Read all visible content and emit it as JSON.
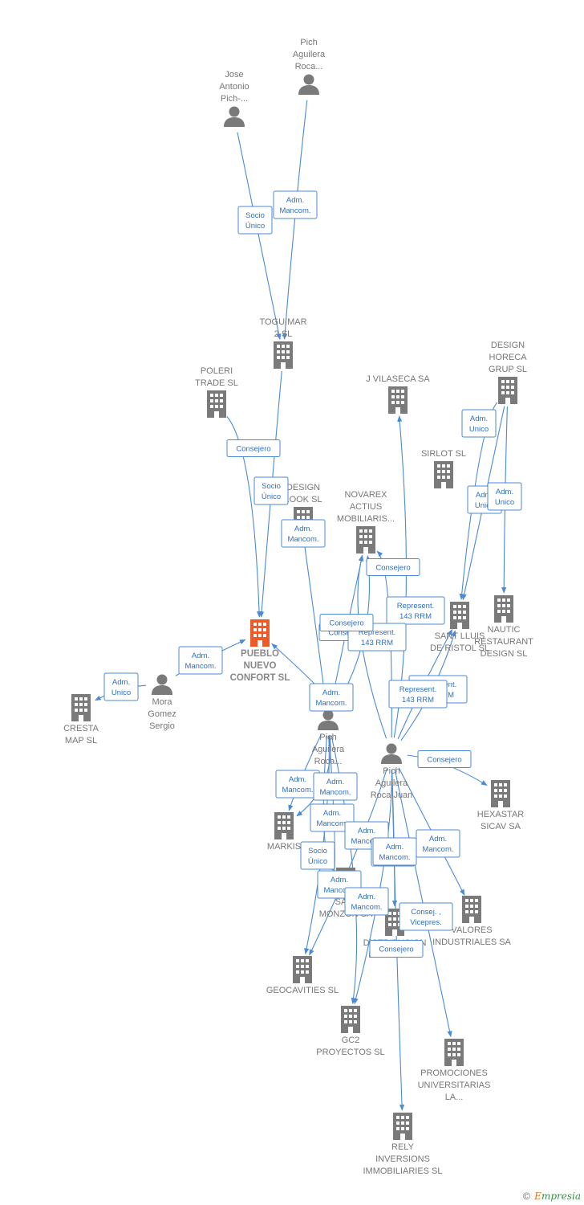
{
  "colors": {
    "edge": "#4a8ad6",
    "node": "#7a7a7a",
    "focus": "#f05a28",
    "label": "#777777"
  },
  "footer": {
    "copyright": "©",
    "brand_initial": "E",
    "brand_rest": "mpresia"
  },
  "nodes": [
    {
      "id": "pich_roca_top",
      "type": "person",
      "lines": [
        "Pich",
        "Aguilera",
        "Roca..."
      ]
    },
    {
      "id": "jose_antonio",
      "type": "person",
      "lines": [
        "Jose",
        "Antonio",
        "Pich-..."
      ]
    },
    {
      "id": "toguimar",
      "type": "company",
      "lines": [
        "TOGUIMAR",
        "2  SL"
      ]
    },
    {
      "id": "poleri",
      "type": "company",
      "lines": [
        "POLERI",
        "TRADE  SL"
      ]
    },
    {
      "id": "j_vilaseca",
      "type": "company",
      "lines": [
        "J VILASECA SA"
      ]
    },
    {
      "id": "design_horeca",
      "type": "company",
      "lines": [
        "DESIGN",
        "HORECA",
        "GRUP  SL"
      ]
    },
    {
      "id": "sirlot",
      "type": "company",
      "lines": [
        "SIRLOT  SL"
      ]
    },
    {
      "id": "design_look",
      "type": "company",
      "lines": [
        "DESIGN",
        "LOOK  SL"
      ]
    },
    {
      "id": "novarex",
      "type": "company",
      "lines": [
        "NOVAREX",
        "ACTIUS",
        "MOBILIARIS..."
      ]
    },
    {
      "id": "pueblo_nuevo",
      "type": "focus",
      "lines": [
        "PUEBLO",
        "NUEVO",
        "CONFORT  SL"
      ]
    },
    {
      "id": "sant_lluis",
      "type": "company",
      "lines": [
        "SANT LLUIS",
        "DE RISTOL  SL"
      ]
    },
    {
      "id": "nautic",
      "type": "company",
      "lines": [
        "NAUTIC",
        "RESTAURANT",
        "DESIGN  SL"
      ]
    },
    {
      "id": "mora_gomez",
      "type": "person",
      "lines": [
        "Mora",
        "Gomez",
        "Sergio"
      ]
    },
    {
      "id": "cresta_map",
      "type": "company",
      "lines": [
        "CRESTA",
        "MAP  SL"
      ]
    },
    {
      "id": "pich_roca_mid",
      "type": "person",
      "lines": [
        "Pich",
        "Aguilera",
        "Roca..."
      ]
    },
    {
      "id": "pich_roca_juan",
      "type": "person",
      "lines": [
        "Pich",
        "Aguilera",
        "Roca Juan"
      ]
    },
    {
      "id": "hexastar",
      "type": "company",
      "lines": [
        "HEXASTAR",
        "SICAV SA"
      ]
    },
    {
      "id": "markis",
      "type": "company",
      "lines": [
        "MARKIS"
      ]
    },
    {
      "id": "salt_monzon",
      "type": "company",
      "lines": [
        "SALT",
        "MONZON SA"
      ]
    },
    {
      "id": "valores",
      "type": "company",
      "lines": [
        "VALORES",
        "INDUSTRIALES SA"
      ]
    },
    {
      "id": "distribucion",
      "type": "company",
      "lines": [
        "DISTRIBUCION",
        "ENERGIA SL"
      ]
    },
    {
      "id": "geocavities",
      "type": "company",
      "lines": [
        "GEOCAVITIES SL"
      ]
    },
    {
      "id": "gc2",
      "type": "company",
      "lines": [
        "GC2",
        "PROYECTOS SL"
      ]
    },
    {
      "id": "promociones",
      "type": "company",
      "lines": [
        "PROMOCIONES",
        "UNIVERSITARIAS",
        "LA..."
      ]
    },
    {
      "id": "rely",
      "type": "company",
      "lines": [
        "RELY",
        "INVERSIONS",
        "IMMOBILIARIES SL"
      ]
    }
  ],
  "relations": [
    {
      "from": "jose_antonio",
      "to": "toguimar",
      "lines": [
        "Socio",
        "Único"
      ]
    },
    {
      "from": "pich_roca_top",
      "to": "toguimar",
      "lines": [
        "Adm.",
        "Mancom."
      ]
    },
    {
      "from": "poleri",
      "to": "pueblo_nuevo",
      "lines": [
        "Consejero"
      ]
    },
    {
      "from": "toguimar",
      "to": "pueblo_nuevo",
      "lines": [
        "Socio",
        "Único"
      ]
    },
    {
      "from": "design_horeca",
      "to": "sant_lluis",
      "lines": [
        "Adm.",
        "Unico"
      ]
    },
    {
      "from": "design_horeca",
      "to": "sant_lluis",
      "lines": [
        "Adm.",
        "Unico"
      ]
    },
    {
      "from": "design_horeca",
      "to": "nautic",
      "lines": [
        "Adm.",
        "Unico"
      ]
    },
    {
      "from": "pich_roca_mid",
      "to": "design_look",
      "lines": [
        "Adm.",
        "Mancom."
      ]
    },
    {
      "from": "pich_roca_juan",
      "to": "novarex",
      "lines": [
        "Consejero"
      ]
    },
    {
      "from": "pich_roca_juan",
      "to": "j_vilaseca",
      "lines": [
        "Represent.",
        "143 RRM"
      ]
    },
    {
      "from": "pich_roca_mid",
      "to": "novarex",
      "lines": [
        "Consejero"
      ]
    },
    {
      "from": "pich_roca_mid",
      "to": "novarex",
      "lines": [
        "Represent.",
        "143 RRM"
      ]
    },
    {
      "from": "pich_roca_juan",
      "to": "novarex",
      "lines": [
        "Consejero"
      ]
    },
    {
      "from": "mora_gomez",
      "to": "pueblo_nuevo",
      "lines": [
        "Adm.",
        "Mancom."
      ]
    },
    {
      "from": "mora_gomez",
      "to": "cresta_map",
      "lines": [
        "Adm.",
        "Unico"
      ]
    },
    {
      "from": "pich_roca_mid",
      "to": "pueblo_nuevo",
      "lines": [
        "Adm.",
        "Mancom."
      ]
    },
    {
      "from": "pich_roca_juan",
      "to": "sant_lluis",
      "lines": [
        "Represent.",
        "143 RRM"
      ]
    },
    {
      "from": "pich_roca_juan",
      "to": "sant_lluis",
      "lines": [
        "Represent.",
        "143 RRM"
      ]
    },
    {
      "from": "pich_roca_juan",
      "to": "hexastar",
      "lines": [
        "Consejero"
      ]
    },
    {
      "from": "pich_roca_mid",
      "to": "markis",
      "lines": [
        "Adm.",
        "Mancom."
      ]
    },
    {
      "from": "pich_roca_mid",
      "to": "markis",
      "lines": [
        "Adm.",
        "Mancom."
      ]
    },
    {
      "from": "pich_roca_mid",
      "to": "geocavities",
      "lines": [
        "Adm.",
        "Mancom."
      ]
    },
    {
      "from": "pich_roca_juan",
      "to": "geocavities",
      "lines": [
        "Adm.",
        "Mancom."
      ]
    },
    {
      "from": "pich_roca_juan",
      "to": "gc2",
      "lines": [
        "Adm.",
        "Mancom."
      ]
    },
    {
      "from": "pich_roca_juan",
      "to": "valores",
      "lines": [
        "Adm.",
        "Mancom."
      ]
    },
    {
      "from": "pich_roca_mid",
      "to": "salt_monzon",
      "lines": [
        "Socio",
        "Único"
      ]
    },
    {
      "from": "pich_roca_mid",
      "to": "salt_monzon",
      "lines": [
        "Adm.",
        "Mancom."
      ]
    },
    {
      "from": "pich_roca_mid",
      "to": "gc2",
      "lines": [
        "Adm.",
        "Mancom."
      ]
    },
    {
      "from": "pich_roca_juan",
      "to": "promociones",
      "lines": [
        "Consej. ,",
        "Vicepres."
      ]
    },
    {
      "from": "pich_roca_juan",
      "to": "rely",
      "lines": [
        "Consejero"
      ]
    },
    {
      "from": "pich_roca_juan",
      "to": "distribucion",
      "lines": [
        "Adm.",
        "Mancom."
      ]
    }
  ]
}
